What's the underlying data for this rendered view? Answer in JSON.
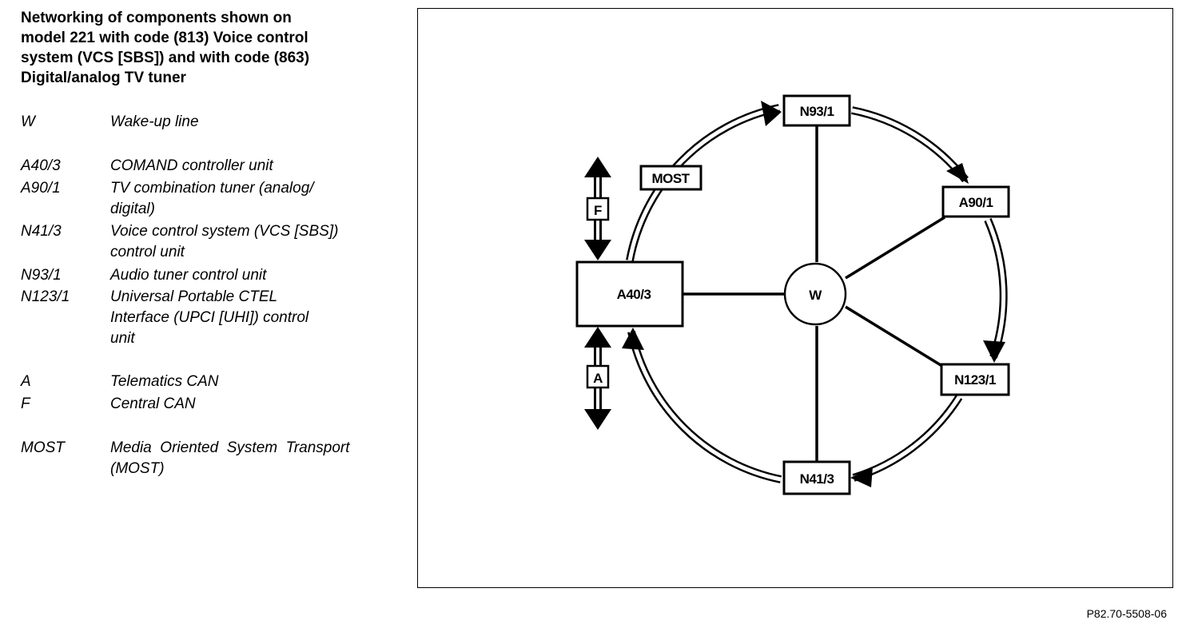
{
  "title_lines": [
    "Networking of components shown on",
    "model 221 with code (813) Voice control",
    "system (VCS [SBS]) and with code (863)",
    "Digital/analog TV tuner"
  ],
  "legend": [
    {
      "code": "W",
      "desc": [
        "Wake-up line"
      ]
    },
    {
      "code": "A40/3",
      "desc": [
        "COMAND controller unit"
      ]
    },
    {
      "code": "A90/1",
      "desc": [
        "TV combination tuner (analog/",
        "digital)"
      ]
    },
    {
      "code": "N41/3",
      "desc": [
        "Voice control system (VCS [SBS])",
        "control unit"
      ]
    },
    {
      "code": "N93/1",
      "desc": [
        "Audio tuner control unit"
      ]
    },
    {
      "code": "N123/1",
      "desc": [
        "Universal Portable CTEL",
        "Interface (UPCI [UHI]) control",
        "unit"
      ]
    },
    {
      "code": "A",
      "desc": [
        "Telematics CAN"
      ]
    },
    {
      "code": "F",
      "desc": [
        "Central CAN"
      ]
    },
    {
      "code": "MOST",
      "desc": [
        "Media  Oriented  System  Transport",
        "(MOST)"
      ]
    }
  ],
  "diagram": {
    "nodes": {
      "n93": "N93/1",
      "a90": "A90/1",
      "n123": "N123/1",
      "n41": "N41/3",
      "a40": "A40/3",
      "w": "W",
      "most": "MOST",
      "f": "F",
      "a": "A"
    }
  },
  "figure_id": "P82.70-5508-06"
}
